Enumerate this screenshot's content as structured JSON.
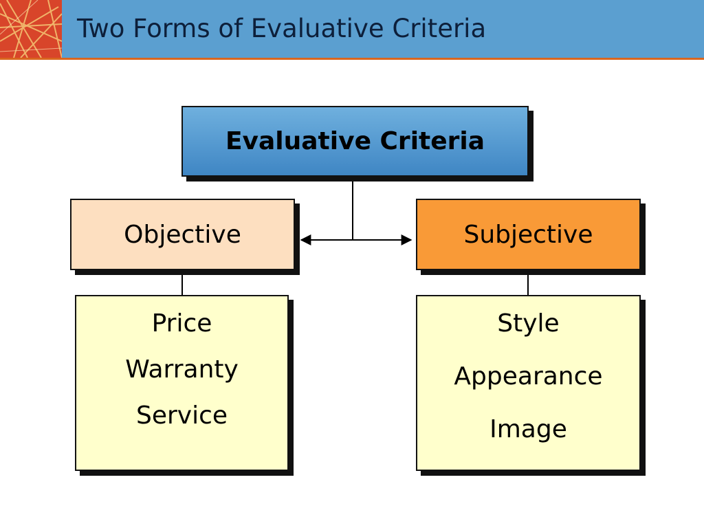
{
  "slide": {
    "title": "Two Forms of Evaluative Criteria"
  },
  "diagram": {
    "root": "Evaluative Criteria",
    "objective": {
      "label": "Objective",
      "items": [
        "Price",
        "Warranty",
        "Service"
      ]
    },
    "subjective": {
      "label": "Subjective",
      "items": [
        "Style",
        "Appearance",
        "Image"
      ]
    }
  },
  "colors": {
    "header_bar": "#5b9fd0",
    "header_rule": "#d9661f",
    "root_box": "#4f96d0",
    "objective_box": "#fddfc0",
    "subjective_box": "#f99a37",
    "item_boxes": "#ffffcc"
  }
}
